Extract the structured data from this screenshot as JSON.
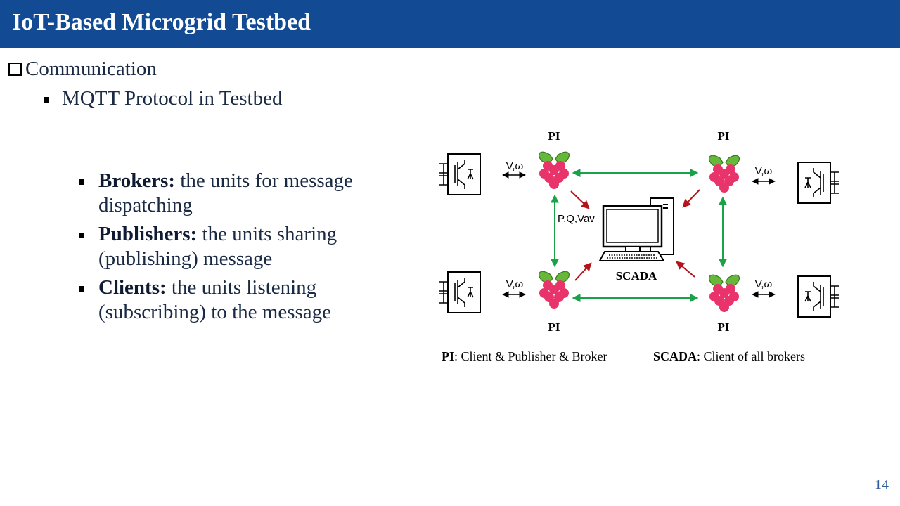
{
  "slide": {
    "title": "IoT-Based Microgrid Testbed",
    "number": "14"
  },
  "content": {
    "level1": "Communication",
    "level2": "MQTT Protocol in Testbed",
    "bullets": [
      {
        "term": "Brokers:",
        "text": " the units for message dispatching"
      },
      {
        "term": "Publishers:",
        "text": " the units sharing (publishing) message"
      },
      {
        "term": "Clients:",
        "text": " the units listening (subscribing) to the message"
      }
    ]
  },
  "diagram": {
    "pi_label": "PI",
    "vw_label": "V,ω",
    "pqv_label": "P,Q,Vav",
    "scada_label": "SCADA",
    "colors": {
      "green": "#1aa14a",
      "red": "#b3141c",
      "raspberry": "#e8336b",
      "leaf": "#66b83a"
    }
  },
  "footnotes": {
    "pi_term": "PI",
    "pi_text": ": Client & Publisher & Broker",
    "scada_term": "SCADA",
    "scada_text": ": Client of all brokers"
  }
}
